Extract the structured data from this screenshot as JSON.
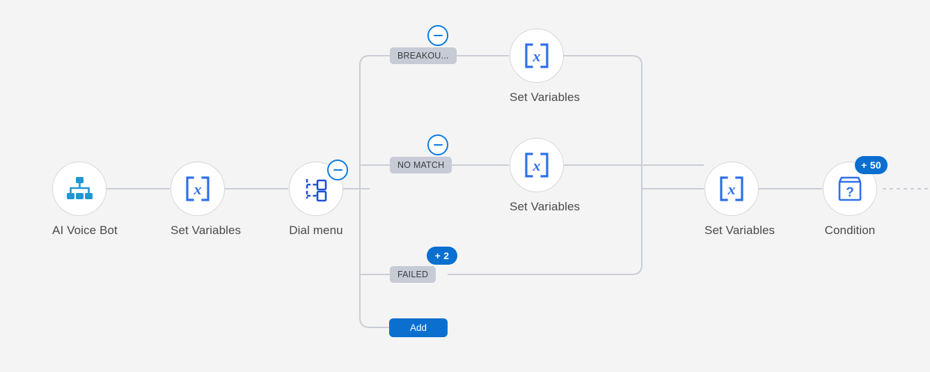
{
  "canvas": {
    "background": "#f4f4f4",
    "accent_blue": "#0b6fd0",
    "icon_blue": "#2f6fe8",
    "wire_color": "#c9cdd6",
    "label_pill_bg": "#c6cbd6"
  },
  "nodes": [
    {
      "id": "ai-voice-bot",
      "label": "AI Voice Bot",
      "icon": "org-chart-icon",
      "badge": null
    },
    {
      "id": "set-variables-1",
      "label": "Set Variables",
      "icon": "brackets-x-icon",
      "badge": null
    },
    {
      "id": "dial-menu",
      "label": "Dial menu",
      "icon": "dial-menu-tree-icon",
      "badge": {
        "type": "minus",
        "text": ""
      }
    },
    {
      "id": "set-variables-breakout",
      "label": "Set Variables",
      "icon": "brackets-x-icon",
      "badge": null
    },
    {
      "id": "set-variables-nomatch",
      "label": "Set Variables",
      "icon": "brackets-x-icon",
      "badge": null
    },
    {
      "id": "set-variables-merge",
      "label": "Set Variables",
      "icon": "brackets-x-icon",
      "badge": null
    },
    {
      "id": "condition",
      "label": "Condition",
      "icon": "box-question-icon",
      "badge": {
        "type": "plus",
        "text": "+ 50"
      }
    }
  ],
  "branches": [
    {
      "id": "breakout",
      "label": "BREAKOU...",
      "badge": {
        "type": "minus",
        "text": ""
      }
    },
    {
      "id": "no-match",
      "label": "NO MATCH",
      "badge": {
        "type": "minus",
        "text": ""
      }
    },
    {
      "id": "failed",
      "label": "FAILED",
      "badge": {
        "type": "plus",
        "text": "+ 2"
      }
    }
  ],
  "add_button": {
    "label": "Add"
  },
  "badges": {
    "dial_menu_minus": "",
    "breakout_minus": "",
    "no_match_minus": "",
    "failed_plus": "+ 2",
    "condition_plus": "+ 50"
  }
}
